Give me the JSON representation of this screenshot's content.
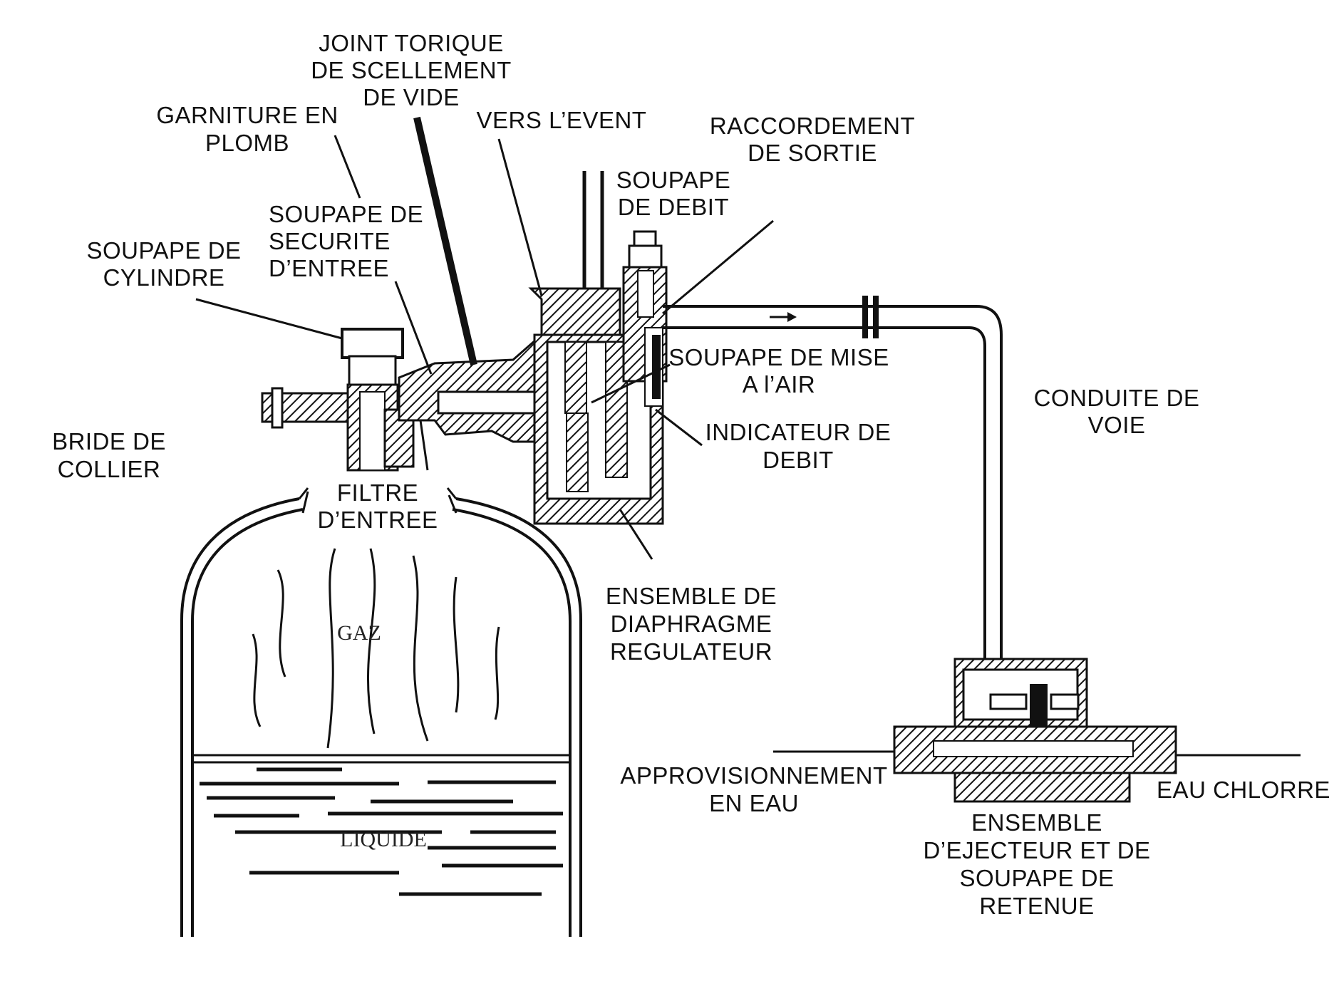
{
  "labels": {
    "joint_torique": [
      "JOINT TORIQUE",
      "DE SCELLEMENT",
      "DE VIDE"
    ],
    "garniture": [
      "GARNITURE EN",
      "PLOMB"
    ],
    "vers_event": [
      "VERS L’EVENT"
    ],
    "raccordement": [
      "RACCORDEMENT",
      "DE SORTIE"
    ],
    "soupape_debit": [
      "SOUPAPE",
      "DE DEBIT"
    ],
    "soupape_securite": [
      "SOUPAPE DE",
      "SECURITE",
      "D’ENTREE"
    ],
    "soupape_cylindre": [
      "SOUPAPE DE",
      "CYLINDRE"
    ],
    "soupape_mise_air": [
      "SOUPAPE DE MISE",
      "A l’AIR"
    ],
    "conduite_voie": [
      "CONDUITE DE",
      "VOIE"
    ],
    "bride_collier": [
      "BRIDE DE",
      "COLLIER"
    ],
    "indicateur_debit": [
      "INDICATEUR DE",
      "DEBIT"
    ],
    "filtre_entree": [
      "FILTRE",
      "D’ENTREE"
    ],
    "ensemble_diaphragme": [
      "ENSEMBLE DE",
      "DIAPHRAGME",
      "REGULATEUR"
    ],
    "gaz": [
      "GAZ"
    ],
    "liquide": [
      "LIQUIDE"
    ],
    "approvisionnement": [
      "APPROVISIONNEMENT",
      "EN EAU"
    ],
    "eau_chlorre": [
      "EAU CHLORRE"
    ],
    "ensemble_ejecteur": [
      "ENSEMBLE",
      "D’EJECTEUR ET DE",
      "SOUPAPE DE",
      "RETENUE"
    ]
  }
}
